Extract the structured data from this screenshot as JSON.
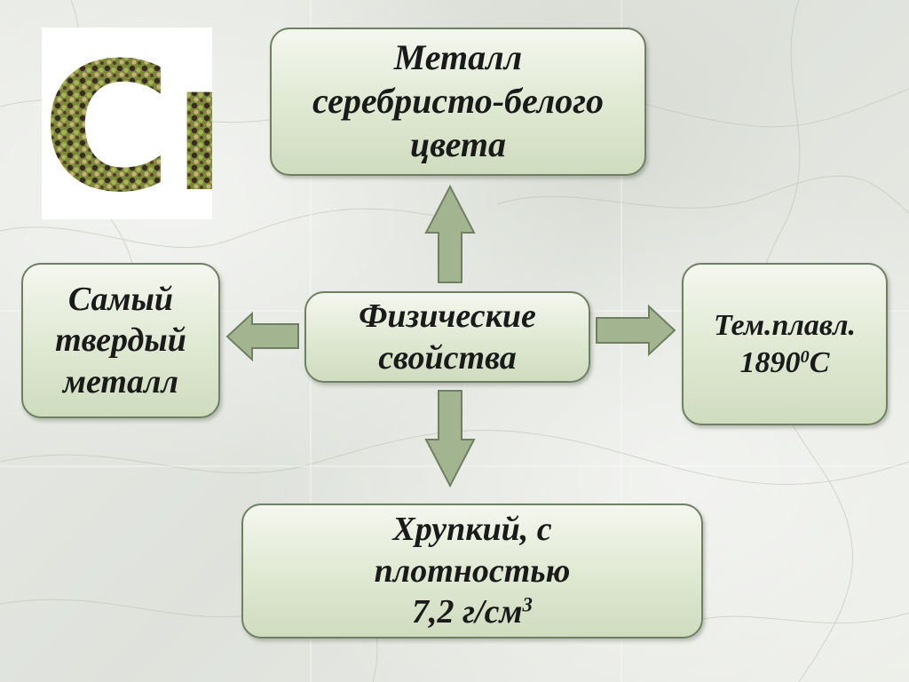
{
  "diagram": {
    "center": {
      "label": "Физические\nсвойства"
    },
    "top": {
      "label": "Металл\nсеребристо-белого\nцвета"
    },
    "left": {
      "label": "Самый\nтвердый\nметалл"
    },
    "right": {
      "line1": "Тем.плавл.",
      "value": "1890",
      "sup": "0",
      "unit": "С"
    },
    "bottom": {
      "line1": "Хрупкий, с",
      "line2": "плотностью",
      "value": "7,2 г/см",
      "sup": "3"
    }
  },
  "logo": {
    "text": "Cr"
  },
  "colors": {
    "box_border": "#6f7f62",
    "box_fill": "#dfe8d2",
    "arrow_fill": "#a3b590",
    "arrow_stroke": "#6f7f62"
  }
}
